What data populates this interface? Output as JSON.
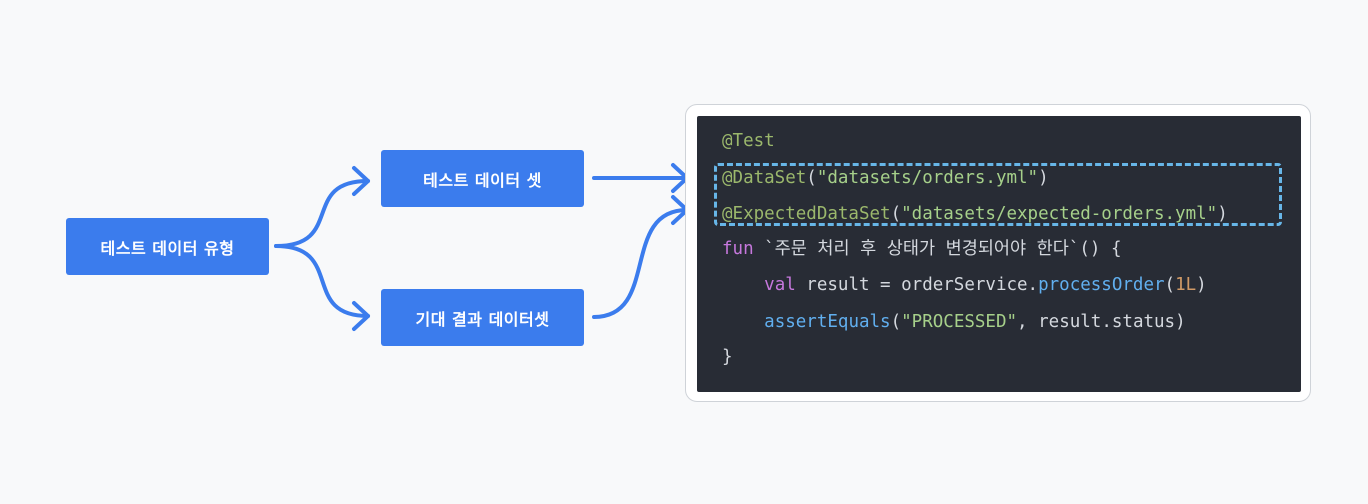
{
  "diagram": {
    "root_label": "테스트 데이터 유형",
    "dataset_label": "테스트 데이터 셋",
    "expected_label": "기대 결과 데이터셋",
    "accent_color": "#3b7ced",
    "highlight_color": "#67b6e8"
  },
  "code": {
    "line1": {
      "ann": "@Test"
    },
    "line2": {
      "ann": "@DataSet",
      "open": "(",
      "str": "\"datasets/orders.yml\"",
      "close": ")"
    },
    "line3": {
      "ann": "@ExpectedDataSet",
      "open": "(",
      "str": "\"datasets/expected-orders.yml\"",
      "close": ")"
    },
    "line4": {
      "kw": "fun",
      "name": " `주문 처리 후 상태가 변경되어야 한다`() {"
    },
    "line5": {
      "indent": "    ",
      "kw": "val",
      "a": " result = orderService.",
      "fn": "processOrder",
      "open": "(",
      "num": "1L",
      "close": ")"
    },
    "line6": {
      "indent": "    ",
      "fn": "assertEquals",
      "open": "(",
      "str": "\"PROCESSED\"",
      "rest": ", result.status)"
    },
    "line7": {
      "text": "}"
    }
  }
}
